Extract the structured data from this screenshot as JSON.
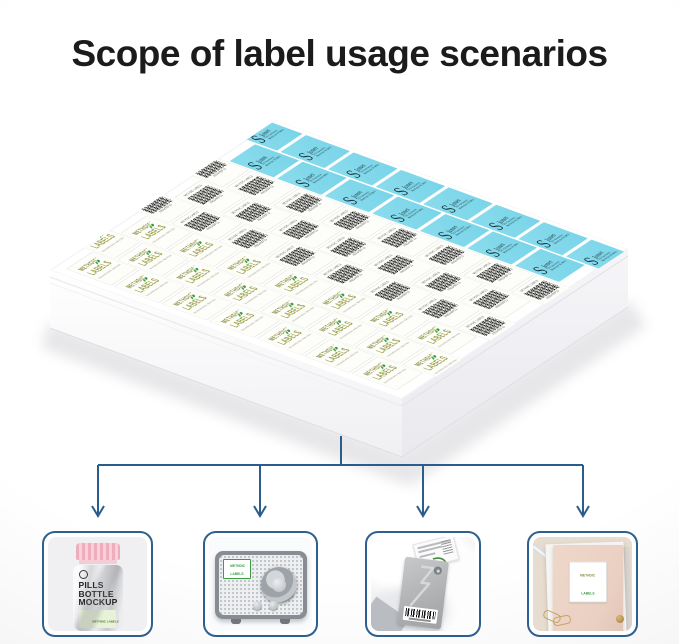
{
  "title": "Scope of label usage scenarios",
  "colors": {
    "arrow_blue": "#2a5d8c",
    "card_border_blue": "#2d5f8f",
    "address_label_blue": "#7ed8ea",
    "leaf_green": "#3fae49",
    "brand_olive": "#8d9046",
    "pill_cap_pink": "#f2b9c8",
    "notebook_blush": "#ead0c2"
  },
  "sheet": {
    "grid": {
      "columns": 8,
      "rows": 7,
      "brand_columns": 3,
      "barcode_columns": 3,
      "blue_columns": 2
    },
    "brand_label": {
      "name": "METHDIC",
      "tm": "™",
      "word": "LABELS",
      "tagline": "Environmental protection · Made in China"
    },
    "barcode_label": {
      "header": "METHDIC LABELS",
      "code": "XN93AB0F23"
    },
    "blue_label": {
      "initial": "S",
      "signature": "James",
      "address1": "1357 Oak Avenue",
      "address2": "Washington DC 98417"
    }
  },
  "scenarios": [
    {
      "name": "pills bottle mockup",
      "label_lines": [
        "PILLS",
        "BOTTLE",
        "MOCKUP"
      ],
      "brand_strip": "METHDIC LABELS"
    },
    {
      "name": "vintage radio",
      "sticker_line1": "METHDIC",
      "sticker_line2": "LABELS"
    },
    {
      "name": "clothing hang tag"
    },
    {
      "name": "notebook cover",
      "sticker_line1": "METHDIC",
      "sticker_line2": "LABELS"
    }
  ]
}
